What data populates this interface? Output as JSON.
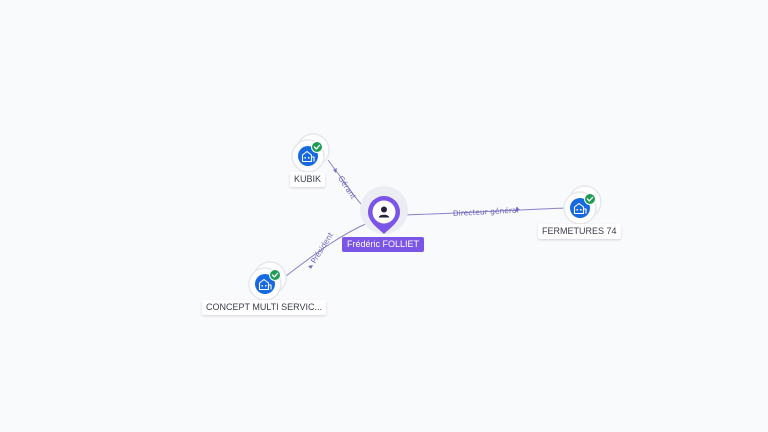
{
  "graph": {
    "person": {
      "name": "Frédéric FOLLIET",
      "icon": "person-icon",
      "color": "#7b55e6"
    },
    "companies": [
      {
        "id": "kubik",
        "name": "KUBIK",
        "icon": "building-icon",
        "status_icon": "check-icon",
        "relation": "Gérant"
      },
      {
        "id": "fermetures",
        "name": "FERMETURES 74",
        "icon": "building-icon",
        "status_icon": "check-icon",
        "relation": "Directeur général"
      },
      {
        "id": "concept",
        "name": "CONCEPT MULTI SERVIC...",
        "icon": "building-icon",
        "status_icon": "check-icon",
        "relation": "Président"
      }
    ],
    "colors": {
      "company": "#1769e0",
      "status_active": "#1f9d55",
      "edge": "#8a80c9"
    }
  }
}
